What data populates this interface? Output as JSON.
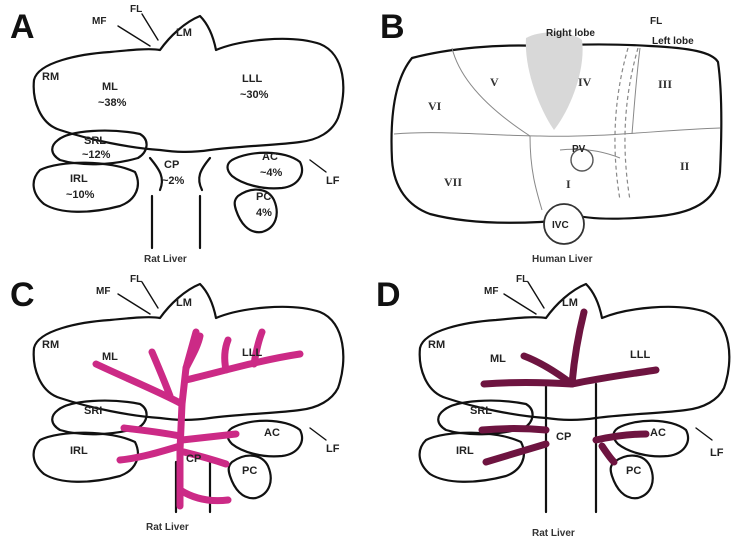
{
  "panels": {
    "A": {
      "letter": "A",
      "caption": "Rat Liver",
      "labels": {
        "mf": "MF",
        "fl": "FL",
        "lm": "LM",
        "rm": "RM",
        "ml": "ML",
        "ml_pct": "~38%",
        "lll": "LLL",
        "lll_pct": "~30%",
        "srl": "SRL",
        "srl_pct": "~12%",
        "irl": "IRL",
        "irl_pct": "~10%",
        "cp": "CP",
        "cp_pct": "~2%",
        "ac": "AC",
        "ac_pct": "~4%",
        "pc": "PC",
        "pc_pct": "4%",
        "lf": "LF"
      }
    },
    "B": {
      "letter": "B",
      "caption": "Human Liver",
      "labels": {
        "right_lobe": "Right lobe",
        "left_lobe": "Left lobe",
        "fl": "FL",
        "seg_v": "V",
        "seg_iv": "IV",
        "seg_iii": "III",
        "seg_vi": "VI",
        "seg_vii": "VII",
        "seg_i": "I",
        "seg_ii": "II",
        "pv": "PV",
        "ivc": "IVC"
      }
    },
    "C": {
      "letter": "C",
      "caption": "Rat Liver",
      "vessel_color": "#cc2a86",
      "labels": {
        "mf": "MF",
        "fl": "FL",
        "lm": "LM",
        "rm": "RM",
        "ml": "ML",
        "lll": "LLL",
        "sri": "SRI",
        "irl": "IRL",
        "cp": "CP",
        "ac": "AC",
        "pc": "PC",
        "lf": "LF"
      }
    },
    "D": {
      "letter": "D",
      "caption": "Rat Liver",
      "vessel_color": "#6e1440",
      "labels": {
        "mf": "MF",
        "fl": "FL",
        "lm": "LM",
        "rm": "RM",
        "ml": "ML",
        "lll": "LLL",
        "srl": "SRL",
        "irl": "IRL",
        "cp": "CP",
        "ac": "AC",
        "pc": "PC",
        "lf": "LF"
      }
    }
  }
}
